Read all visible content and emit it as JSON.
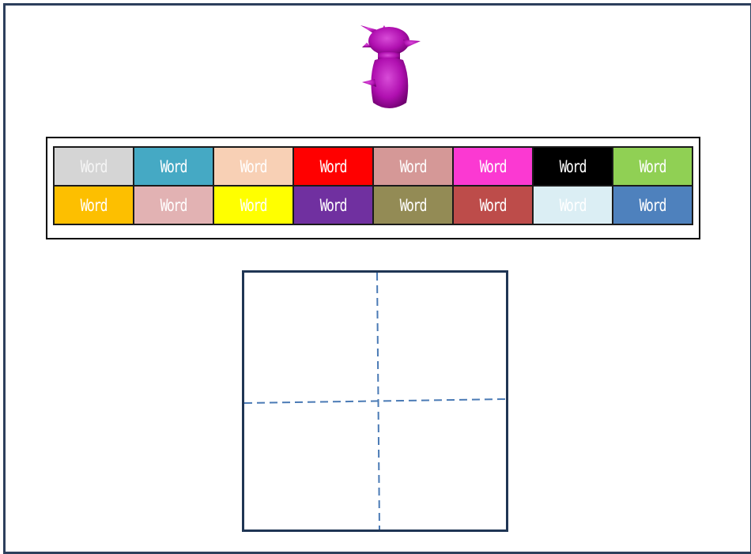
{
  "palette": {
    "swatches": [
      {
        "label": "Word",
        "bg": "#d5d5d5",
        "fg": "#f5f5f5"
      },
      {
        "label": "Word",
        "bg": "#45a9c4",
        "fg": "#ffffff"
      },
      {
        "label": "Word",
        "bg": "#f8d0b5",
        "fg": "#ffffff"
      },
      {
        "label": "Word",
        "bg": "#ff0000",
        "fg": "#ffffff"
      },
      {
        "label": "Word",
        "bg": "#d59897",
        "fg": "#ffffff"
      },
      {
        "label": "Word",
        "bg": "#fb39d2",
        "fg": "#ffffff"
      },
      {
        "label": "Word",
        "bg": "#000000",
        "fg": "#ffffff"
      },
      {
        "label": "Word",
        "bg": "#90d054",
        "fg": "#ffffff"
      },
      {
        "label": "Word",
        "bg": "#fdbf00",
        "fg": "#ffffff"
      },
      {
        "label": "Word",
        "bg": "#e2b2b3",
        "fg": "#ffffff"
      },
      {
        "label": "Word",
        "bg": "#ffff00",
        "fg": "#ffffff"
      },
      {
        "label": "Word",
        "bg": "#7030a0",
        "fg": "#ffffff"
      },
      {
        "label": "Word",
        "bg": "#938b55",
        "fg": "#ffffff"
      },
      {
        "label": "Word",
        "bg": "#bd4c4a",
        "fg": "#ffffff"
      },
      {
        "label": "Word",
        "bg": "#dbeef4",
        "fg": "#ffffff"
      },
      {
        "label": "Word",
        "bg": "#4e81bd",
        "fg": "#ffffff"
      }
    ]
  },
  "figure": {
    "icon": "purple-goblin-figure-icon",
    "color": "#b010b0"
  },
  "grid": {
    "frame_color": "#1f3554",
    "dash_color": "#4a7ab5"
  }
}
